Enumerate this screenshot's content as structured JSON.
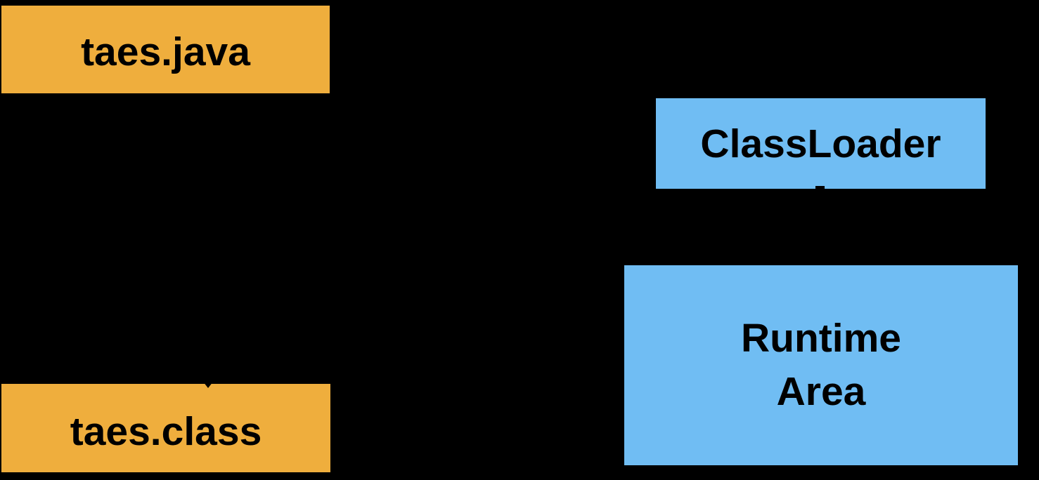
{
  "diagram": {
    "background_color": "#000000",
    "label_text_color": "#000000",
    "nodes": {
      "taes_java": {
        "label": "taes.java",
        "fill": "#EFAE3D"
      },
      "taes_class": {
        "label": "taes.class",
        "fill": "#EFAE3D"
      },
      "classloader": {
        "label": "ClassLoader",
        "fill": "#70BDF3"
      },
      "runtime_area": {
        "line1": "Runtime",
        "line2": "Area",
        "fill": "#70BDF3"
      }
    },
    "connectors": {
      "compile_arrowhead": {
        "color": "#000000"
      },
      "classloader_arrow_stub": {
        "color": "#000000"
      }
    }
  }
}
